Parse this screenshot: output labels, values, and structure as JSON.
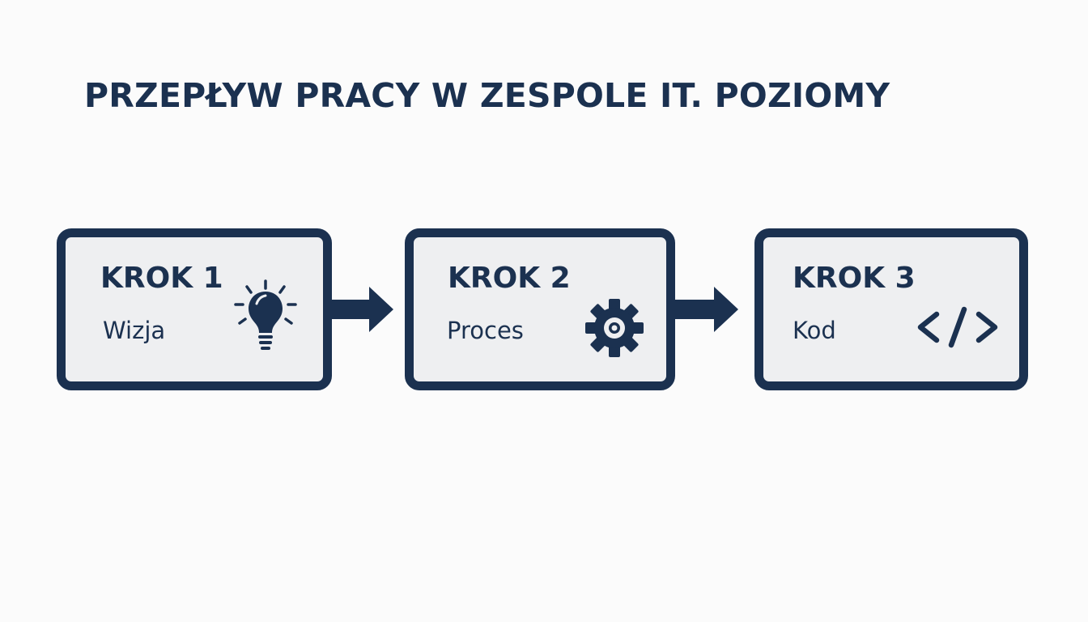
{
  "title": "PRZEPŁYW PRACY W ZESPOLE IT. POZIOMY",
  "colors": {
    "primary": "#1b3150",
    "box_fill": "#eeeff1",
    "background": "#fbfbfb"
  },
  "steps": [
    {
      "heading": "KROK 1",
      "label": "Wizja",
      "icon": "lightbulb-icon"
    },
    {
      "heading": "KROK 2",
      "label": "Proces",
      "icon": "gear-icon"
    },
    {
      "heading": "KROK 3",
      "label": "Kod",
      "icon": "code-icon"
    }
  ]
}
